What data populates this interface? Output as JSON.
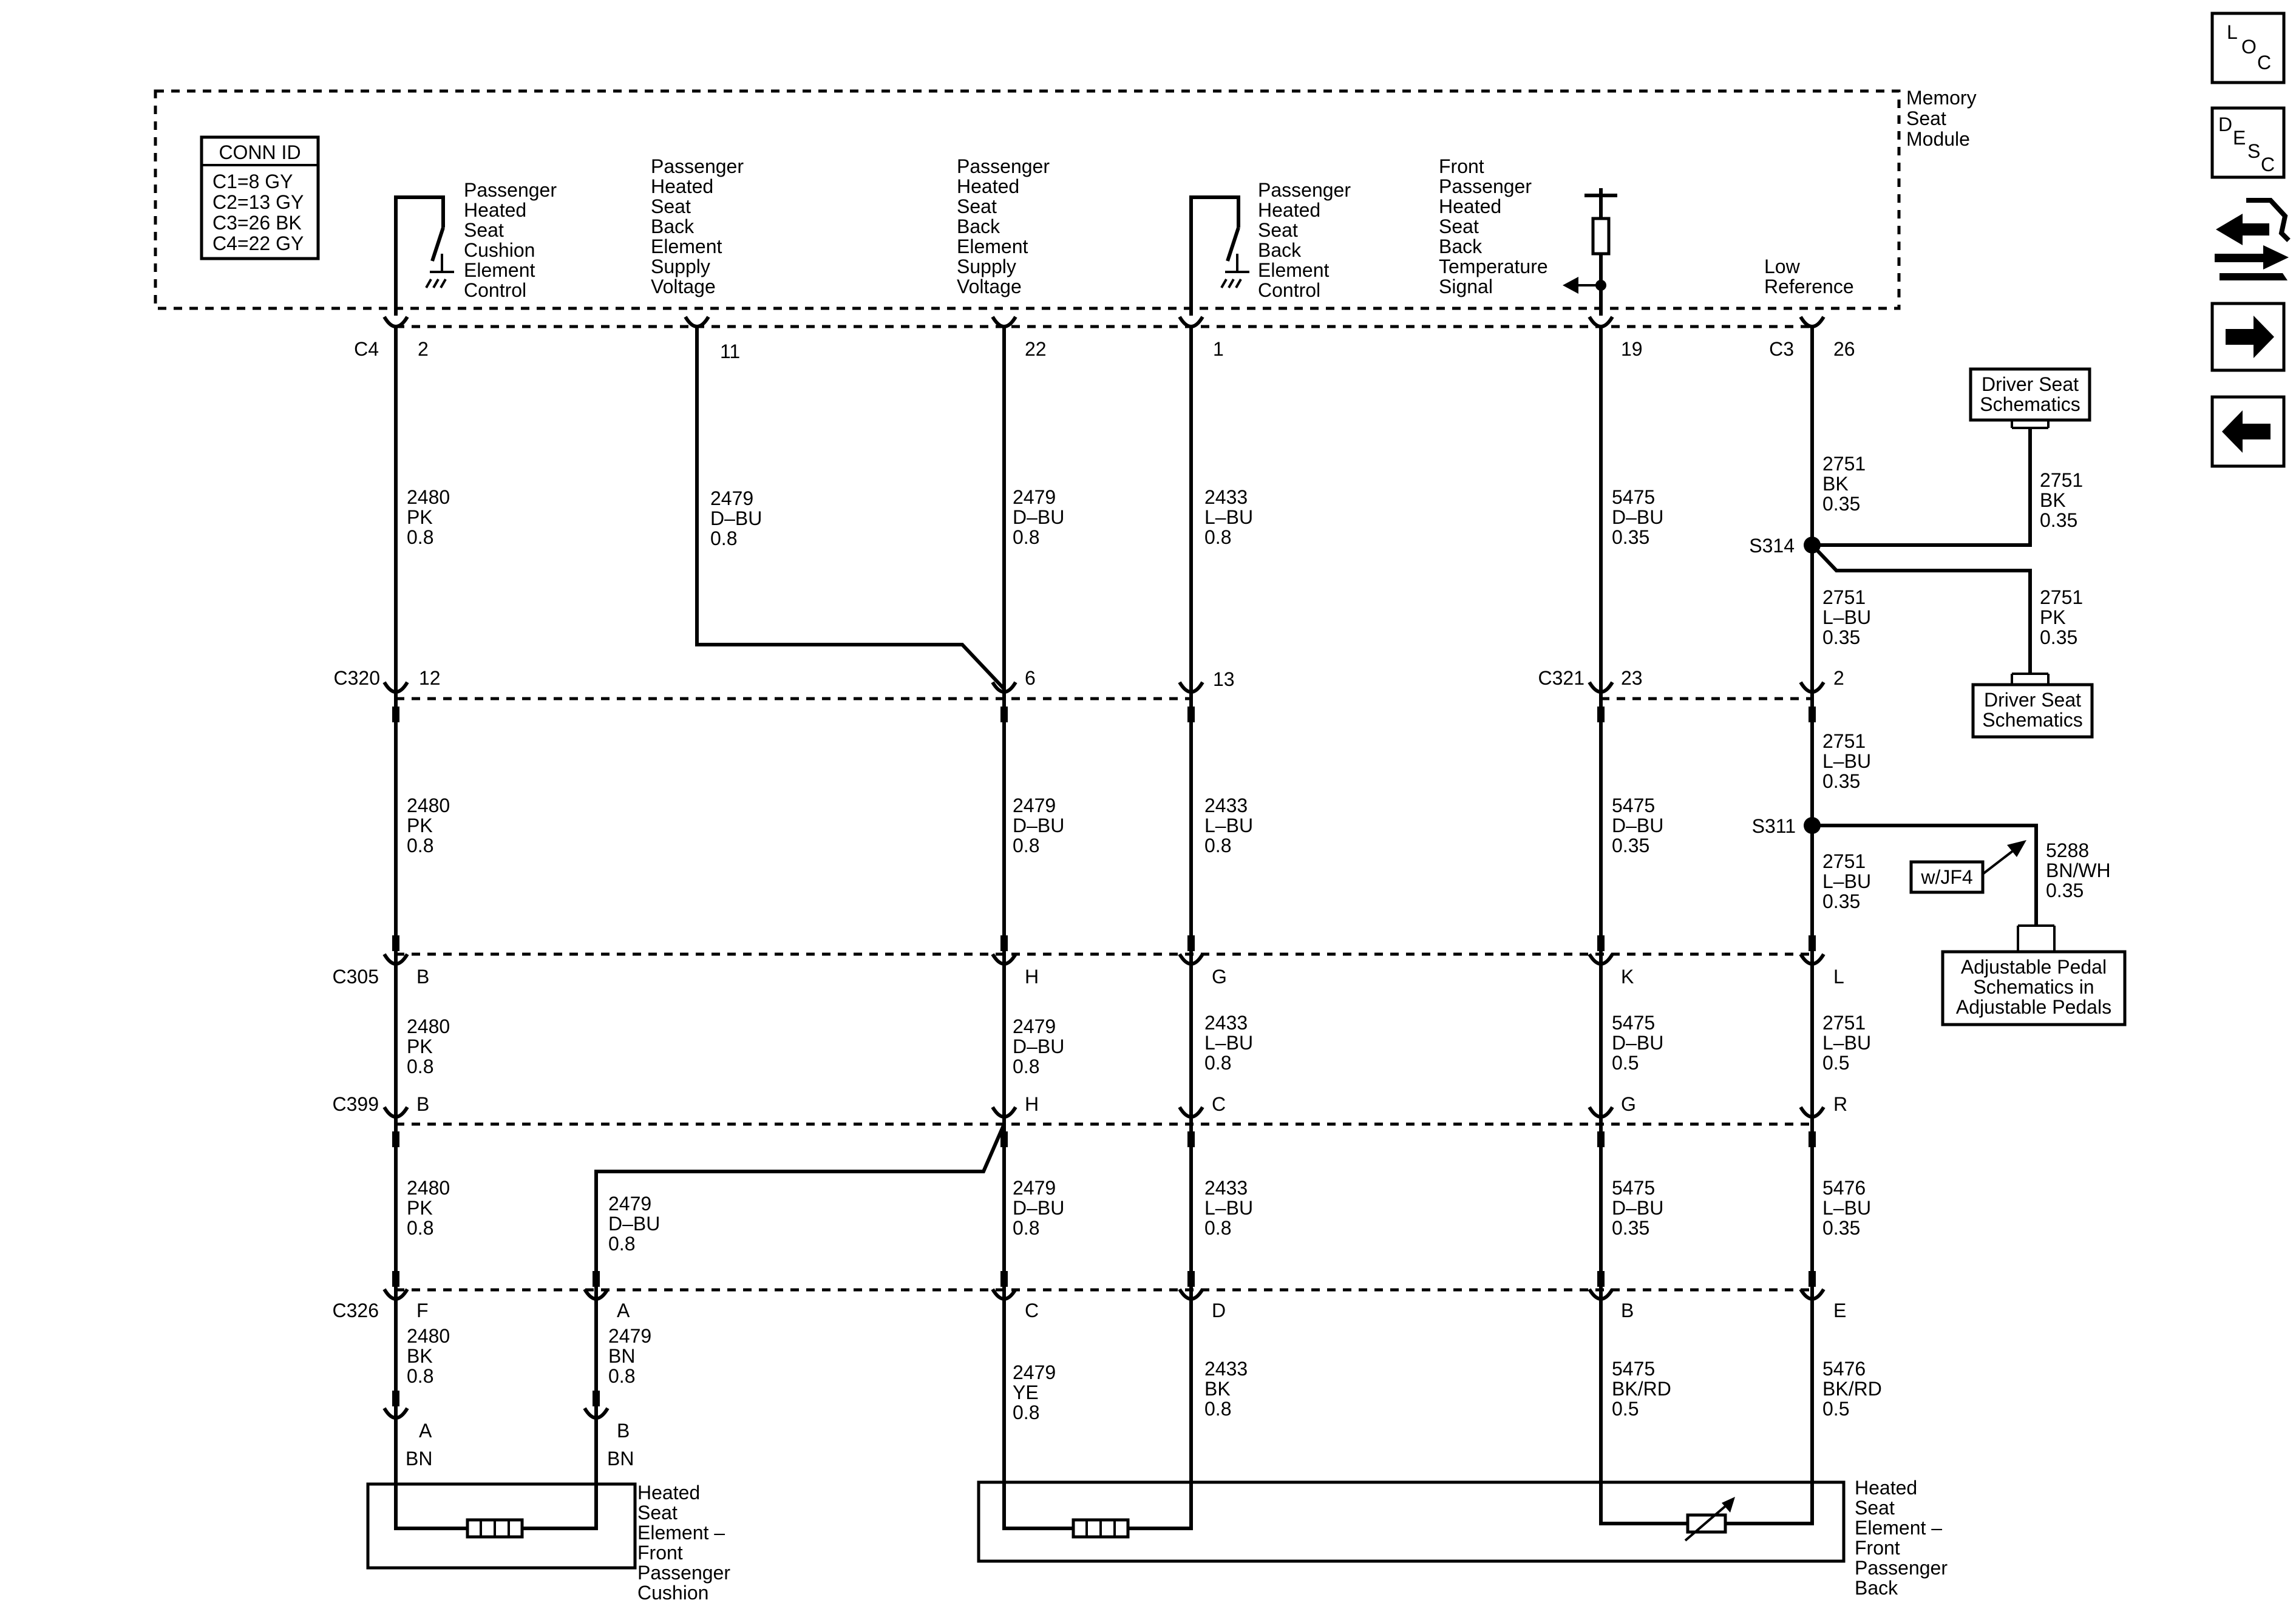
{
  "module": {
    "title": [
      "Memory",
      "Seat",
      "Module"
    ]
  },
  "conn_id": {
    "title": "CONN ID",
    "lines": [
      "C1=8 GY",
      "C2=13 GY",
      "C3=26 BK",
      "C4=22 GY"
    ]
  },
  "module_labels": [
    [
      "Passenger",
      "Heated",
      "Seat",
      "Cushion",
      "Element",
      "Control"
    ],
    [
      "Passenger",
      "Heated",
      "Seat",
      "Back",
      "Element",
      "Supply",
      "Voltage"
    ],
    [
      "Passenger",
      "Heated",
      "Seat",
      "Back",
      "Element",
      "Supply",
      "Voltage"
    ],
    [
      "Passenger",
      "Heated",
      "Seat",
      "Back",
      "Element",
      "Control"
    ],
    [
      "Front",
      "Passenger",
      "Heated",
      "Seat",
      "Back",
      "Temperature",
      "Signal"
    ],
    [
      "Low",
      "Reference"
    ]
  ],
  "connectors": {
    "c4": "C4",
    "c3": "C3",
    "c320": "C320",
    "c321": "C321",
    "c305": "C305",
    "c399": "C399",
    "c326": "C326"
  },
  "pins": {
    "module": [
      "2",
      "11",
      "22",
      "1",
      "19",
      "26"
    ],
    "c320": [
      "12",
      "6",
      "13"
    ],
    "c321": [
      "23",
      "2"
    ],
    "c305": [
      "B",
      "H",
      "G",
      "K",
      "L"
    ],
    "c399": [
      "B",
      "H",
      "C",
      "G",
      "R"
    ],
    "c326": [
      "F",
      "A",
      "C",
      "D",
      "B",
      "E"
    ],
    "cushion": [
      "A",
      "B"
    ]
  },
  "wire_labels": {
    "w2480_1": [
      "2480",
      "PK",
      "0.8"
    ],
    "w2479_1": [
      "2479",
      "D–BU",
      "0.8"
    ],
    "w2479_2": [
      "2479",
      "D–BU",
      "0.8"
    ],
    "w2433_1": [
      "2433",
      "L–BU",
      "0.8"
    ],
    "w5475_1": [
      "5475",
      "D–BU",
      "0.35"
    ],
    "w2751_1": [
      "2751",
      "BK",
      "0.35"
    ],
    "w2751_side1": [
      "2751",
      "BK",
      "0.35"
    ],
    "w2751_2": [
      "2751",
      "L–BU",
      "0.35"
    ],
    "w2751_side2": [
      "2751",
      "PK",
      "0.35"
    ],
    "w2480_2": [
      "2480",
      "PK",
      "0.8"
    ],
    "w2479_3": [
      "2479",
      "D–BU",
      "0.8"
    ],
    "w2433_2": [
      "2433",
      "L–BU",
      "0.8"
    ],
    "w5475_2": [
      "5475",
      "D–BU",
      "0.35"
    ],
    "w2751_3": [
      "2751",
      "L–BU",
      "0.35"
    ],
    "w2751_4": [
      "2751",
      "L–BU",
      "0.35"
    ],
    "w5288": [
      "5288",
      "BN/WH",
      "0.35"
    ],
    "w2480_3": [
      "2480",
      "PK",
      "0.8"
    ],
    "w2479_4": [
      "2479",
      "D–BU",
      "0.8"
    ],
    "w2433_3": [
      "2433",
      "L–BU",
      "0.8"
    ],
    "w5475_3": [
      "5475",
      "D–BU",
      "0.5"
    ],
    "w2751_5": [
      "2751",
      "L–BU",
      "0.5"
    ],
    "w2480_4": [
      "2480",
      "PK",
      "0.8"
    ],
    "w2479_5": [
      "2479",
      "D–BU",
      "0.8"
    ],
    "w2479_6": [
      "2479",
      "D–BU",
      "0.8"
    ],
    "w2433_4": [
      "2433",
      "L–BU",
      "0.8"
    ],
    "w5475_4": [
      "5475",
      "D–BU",
      "0.35"
    ],
    "w5476_1": [
      "5476",
      "L–BU",
      "0.35"
    ],
    "w2480_5": [
      "2480",
      "BK",
      "0.8"
    ],
    "w2479_7": [
      "2479",
      "BN",
      "0.8"
    ],
    "w2479_8": [
      "2479",
      "YE",
      "0.8"
    ],
    "w2433_5": [
      "2433",
      "BK",
      "0.8"
    ],
    "w5475_5": [
      "5475",
      "BK/RD",
      "0.5"
    ],
    "w5476_2": [
      "5476",
      "BK/RD",
      "0.5"
    ],
    "cushion_a": "BN",
    "cushion_b": "BN"
  },
  "splices": {
    "s314": "S314",
    "s311": "S311"
  },
  "references": {
    "driver_seat_1": [
      "Driver Seat",
      "Schematics"
    ],
    "driver_seat_2": [
      "Driver Seat",
      "Schematics"
    ],
    "adjustable_pedal": [
      "Adjustable Pedal",
      "Schematics in",
      "Adjustable Pedals"
    ],
    "option": "w/JF4"
  },
  "components": {
    "cushion": [
      "Heated",
      "Seat",
      "Element –",
      "Front",
      "Passenger",
      "Cushion"
    ],
    "back": [
      "Heated",
      "Seat",
      "Element –",
      "Front",
      "Passenger",
      "Back"
    ]
  },
  "nav": {
    "loc": [
      "L",
      "O",
      "C"
    ],
    "desc": [
      "D",
      "E",
      "S",
      "C"
    ]
  },
  "icons": [
    "loc-icon",
    "desc-icon",
    "connector-wrench-icon",
    "next-arrow-icon",
    "previous-arrow-icon"
  ]
}
